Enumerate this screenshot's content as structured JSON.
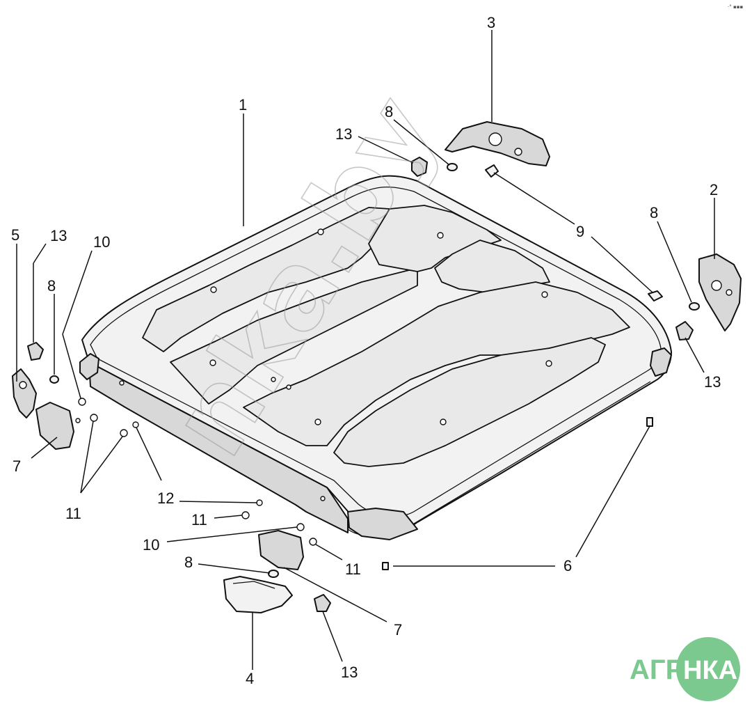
{
  "corner_mark": "·° ▪▪▪",
  "callouts": [
    {
      "id": "c1",
      "text": "1"
    },
    {
      "id": "c2",
      "text": "2"
    },
    {
      "id": "c3",
      "text": "3"
    },
    {
      "id": "c4",
      "text": "4"
    },
    {
      "id": "c5",
      "text": "5"
    },
    {
      "id": "c6",
      "text": "6"
    },
    {
      "id": "c7a",
      "text": "7"
    },
    {
      "id": "c7b",
      "text": "7"
    },
    {
      "id": "c8a",
      "text": "8"
    },
    {
      "id": "c8b",
      "text": "8"
    },
    {
      "id": "c8c",
      "text": "8"
    },
    {
      "id": "c8d",
      "text": "8"
    },
    {
      "id": "c9",
      "text": "9"
    },
    {
      "id": "c10a",
      "text": "10"
    },
    {
      "id": "c10b",
      "text": "10"
    },
    {
      "id": "c11a",
      "text": "11"
    },
    {
      "id": "c11b",
      "text": "11"
    },
    {
      "id": "c11c",
      "text": "11"
    },
    {
      "id": "c12",
      "text": "12"
    },
    {
      "id": "c13a",
      "text": "13"
    },
    {
      "id": "c13b",
      "text": "13"
    },
    {
      "id": "c13c",
      "text": "13"
    },
    {
      "id": "c13d",
      "text": "13"
    }
  ],
  "watermark": "nka.by",
  "logo": {
    "left_text": "АГРО",
    "circle_text": "НКА",
    "color": "#7cc98f"
  }
}
